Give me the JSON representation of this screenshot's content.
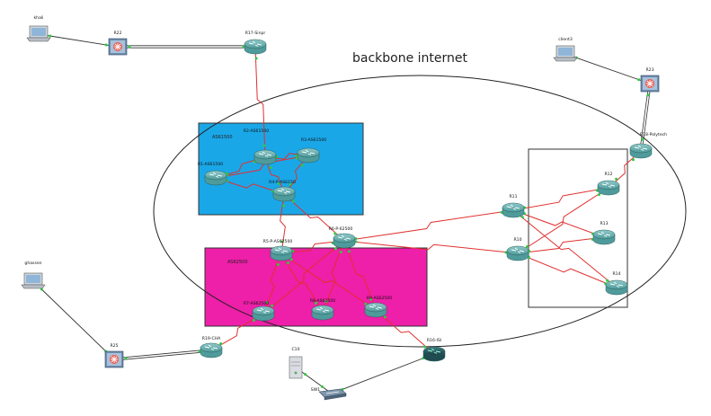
{
  "title": "backbone internet",
  "areas": {
    "as1": {
      "label": "AS61500",
      "color": "#1aa7e8"
    },
    "as2": {
      "label": "AS62500",
      "color": "#ee1fa8"
    }
  },
  "nodes": {
    "khali": {
      "label": "khali",
      "kind": "pc"
    },
    "r22": {
      "label": "R22",
      "kind": "switch-router"
    },
    "r17": {
      "label": "R17-Sinpr",
      "kind": "router"
    },
    "client3": {
      "label": "client3",
      "kind": "pc"
    },
    "r23": {
      "label": "R23",
      "kind": "switch-router"
    },
    "r18": {
      "label": "R18-Polytech",
      "kind": "router"
    },
    "r2": {
      "label": "R2-AS61500",
      "kind": "router"
    },
    "r3": {
      "label": "R3-AS61500",
      "kind": "router"
    },
    "r1": {
      "label": "R1-AS61500",
      "kind": "router"
    },
    "r4": {
      "label": "R4-P-AS6150",
      "kind": "router"
    },
    "r5": {
      "label": "R5-P-AS62500",
      "kind": "router"
    },
    "r6": {
      "label": "R6-P-62500",
      "kind": "router"
    },
    "r7": {
      "label": "R7-AS62500",
      "kind": "router"
    },
    "r8": {
      "label": "R8-AS62500",
      "kind": "router"
    },
    "r9": {
      "label": "R9-AS62500",
      "kind": "router"
    },
    "r11": {
      "label": "R11",
      "kind": "router"
    },
    "r10": {
      "label": "R10",
      "kind": "router"
    },
    "r12": {
      "label": "R12",
      "kind": "router"
    },
    "r13": {
      "label": "R13",
      "kind": "router"
    },
    "r14": {
      "label": "R14",
      "kind": "router"
    },
    "ghassen": {
      "label": "ghassen",
      "kind": "pc"
    },
    "r25": {
      "label": "R25",
      "kind": "switch-router"
    },
    "r19": {
      "label": "R19-CHA",
      "kind": "router"
    },
    "c10": {
      "label": "C10",
      "kind": "server"
    },
    "sw1": {
      "label": "SW1",
      "kind": "switch"
    },
    "r16": {
      "label": "R16-ISI",
      "kind": "router-dark"
    }
  },
  "colors": {
    "router": "#4f9b9b",
    "router_dark": "#1e4c50",
    "serial_link": "#e0302f",
    "ethernet_link": "#333333",
    "port_dot": "#2ecc40"
  }
}
